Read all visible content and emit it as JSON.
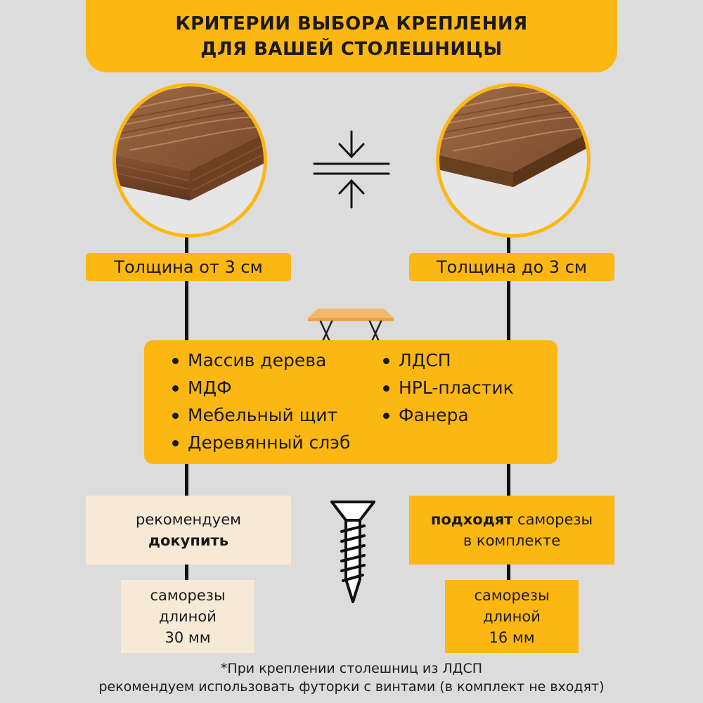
{
  "header": {
    "line1": "КРИТЕРИИ ВЫБОРА КРЕПЛЕНИЯ",
    "line2": "ДЛЯ ВАШЕЙ СТОЛЕШНИЦЫ"
  },
  "left": {
    "thickness": "Толщина от 3 см",
    "recommend_line1": "рекомендуем",
    "recommend_line2": "докупить",
    "screw_line1": "саморезы",
    "screw_line2": "длиной",
    "screw_line3": "30 мм"
  },
  "right": {
    "thickness": "Толщина до 3 см",
    "fit_bold": "подходят",
    "fit_rest": " саморезы",
    "fit_line2": "в комплекте",
    "screw_line1": "саморезы",
    "screw_line2": "длиной",
    "screw_line3": "16 мм"
  },
  "materials": {
    "left_col": [
      "Массив дерева",
      "МДФ",
      "Мебельный щит",
      "Деревянный слэб"
    ],
    "right_col": [
      "ЛДСП",
      "HPL-пластик",
      "Фанера"
    ]
  },
  "footnote": {
    "line1": "*При креплении столешниц из ЛДСП",
    "line2": "рекомендуем использовать футорки с винтами (в комплект не входят)"
  },
  "colors": {
    "accent": "#fdb713",
    "cream": "#f6ead7",
    "background": "#dcdcdc",
    "wood": "#8a5a3a"
  },
  "icons": [
    "thickness-compare-icon",
    "table-icon",
    "screw-icon",
    "wood-slab-thick",
    "wood-slab-thin"
  ]
}
